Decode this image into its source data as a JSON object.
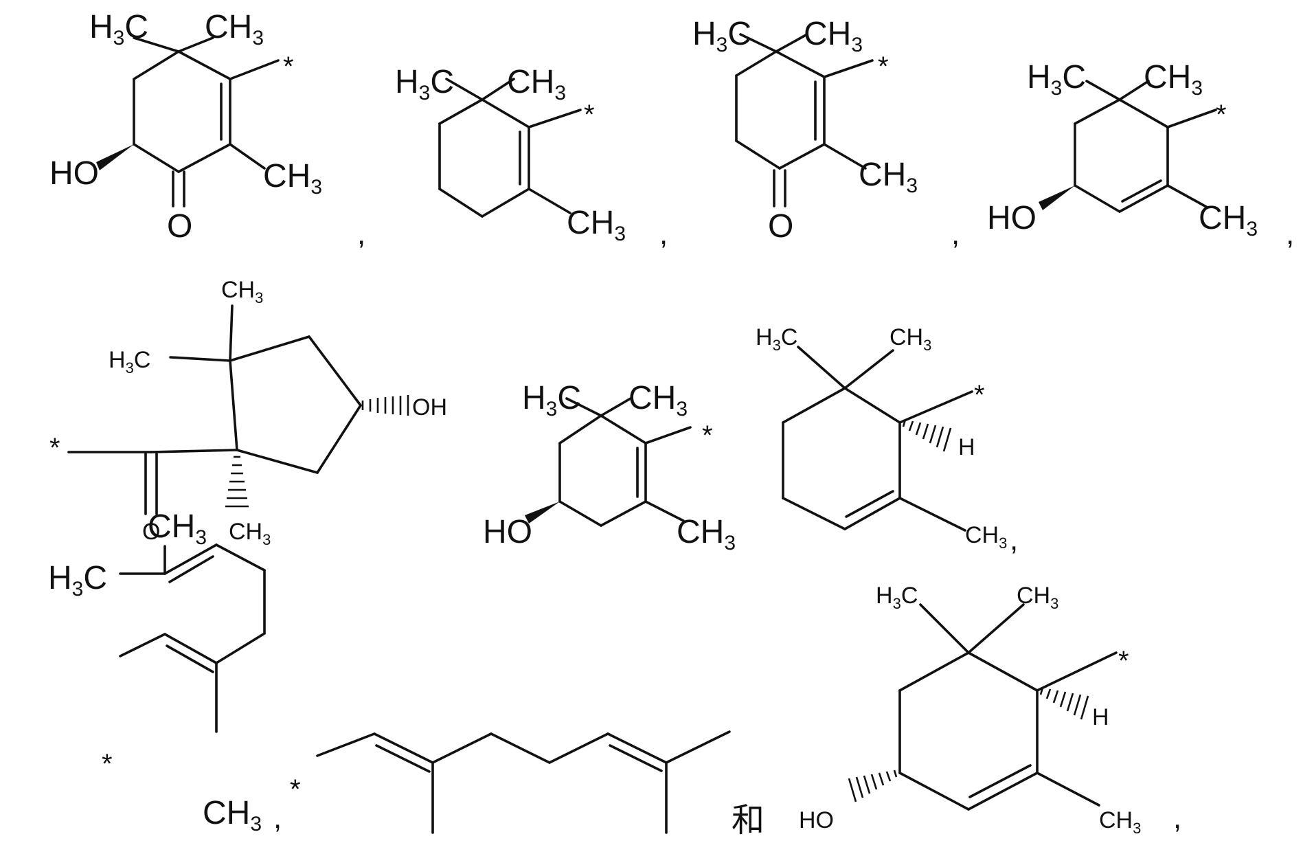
{
  "labels": {
    "h3c": "H",
    "ch3": "CH",
    "three": "3",
    "ho": "HO",
    "oh": "OH",
    "o": "O",
    "h": "H",
    "star": "*",
    "comma": ",",
    "conjunction": "和"
  },
  "structures": [
    {
      "id": "s1",
      "name": "4-hydroxy-3-oxo-2,6,6-trimethylcyclohexenyl"
    },
    {
      "id": "s2",
      "name": "2,6,6-trimethylcyclohexenyl"
    },
    {
      "id": "s3",
      "name": "3-oxo-2,6,6-trimethylcyclohexenyl"
    },
    {
      "id": "s4",
      "name": "4-hydroxy-2,6,6-trimethylcyclohex-2-enyl"
    },
    {
      "id": "s5",
      "name": "cyclopentyl ketone"
    },
    {
      "id": "s6",
      "name": "4-hydroxy-2,6,6-trimethylcyclohexenyl"
    },
    {
      "id": "s7",
      "name": "alpha-cyclohexenyl"
    },
    {
      "id": "s8",
      "name": "geranyl-type chain"
    },
    {
      "id": "s9",
      "name": "geranyl chain"
    },
    {
      "id": "s10",
      "name": "3-hydroxy-alpha-cyclohexenyl"
    }
  ]
}
